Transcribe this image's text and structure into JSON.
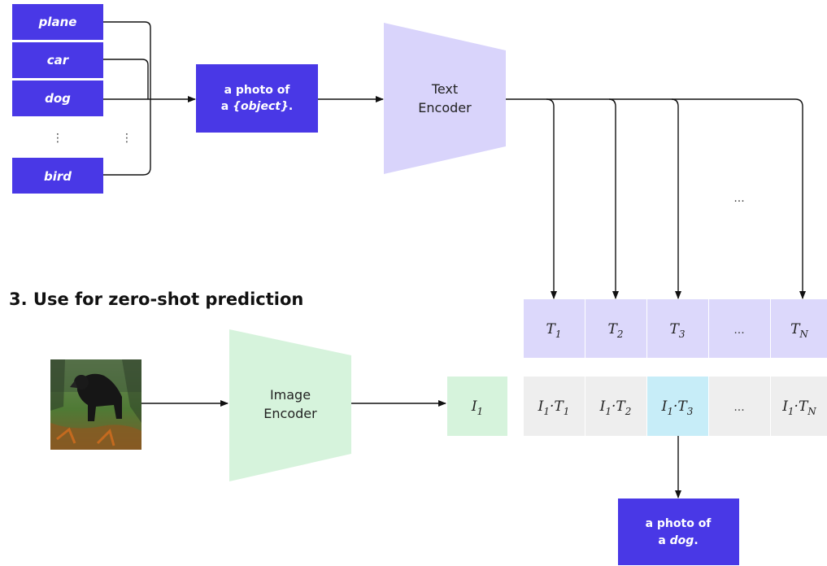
{
  "class_labels": [
    "plane",
    "car",
    "dog",
    "bird"
  ],
  "class_ellipsis": "⋮",
  "prompt_template": {
    "line1": "a photo of",
    "line2_pre": "a ",
    "object": "{object}",
    "line2_post": "."
  },
  "text_encoder": {
    "line1": "Text",
    "line2": "Encoder"
  },
  "encoder_ellipsis": "...",
  "section_heading": "3. Use for zero-shot prediction",
  "image_encoder": {
    "line1": "Image",
    "line2": "Encoder"
  },
  "image_embedding": {
    "main": "I",
    "sub": "1"
  },
  "text_embeddings": [
    {
      "main": "T",
      "sub": "1"
    },
    {
      "main": "T",
      "sub": "2"
    },
    {
      "main": "T",
      "sub": "3"
    },
    {
      "ellipsis": "..."
    },
    {
      "main": "T",
      "sub": "N"
    }
  ],
  "similarities": [
    {
      "a": "I",
      "as": "1",
      "b": "T",
      "bs": "1"
    },
    {
      "a": "I",
      "as": "1",
      "b": "T",
      "bs": "2"
    },
    {
      "a": "I",
      "as": "1",
      "b": "T",
      "bs": "3",
      "highlight": true
    },
    {
      "ellipsis": "..."
    },
    {
      "a": "I",
      "as": "1",
      "b": "T",
      "bs": "N"
    }
  ],
  "result": {
    "line1": "a photo of",
    "line2_pre": "a ",
    "object": "dog",
    "line2_post": "."
  },
  "colors": {
    "label_fill": "#4938e6",
    "encoder_text": "#d9d4fb",
    "encoder_image": "#d6f3dc",
    "embedding_text": "#dcd8fb",
    "embedding_image": "#d6f3dc",
    "cell_gray": "#eeeeee",
    "cell_highlight": "#c7edf8"
  },
  "icons": {
    "input_photo": "dog-photo"
  }
}
